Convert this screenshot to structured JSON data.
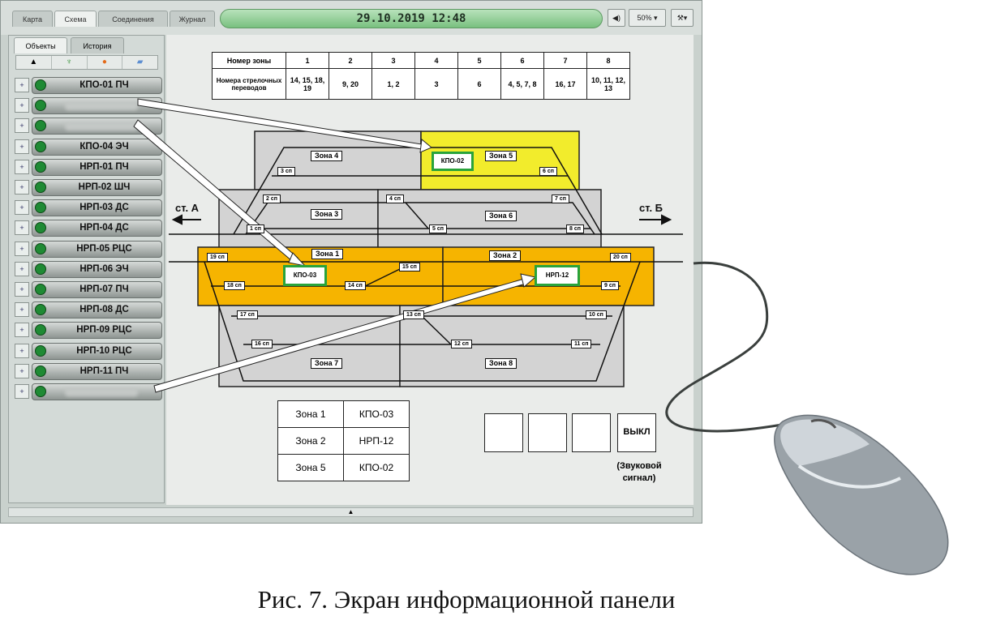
{
  "tabs": [
    "Карта",
    "Схема",
    "Соединения",
    "Журнал"
  ],
  "datetime": "29.10.2019  12:48",
  "toolbar": {
    "sound_icon": "speaker-icon",
    "zoom": "50% ▾",
    "settings_icon": "tools-icon"
  },
  "left_tabs": [
    "Объекты",
    "История"
  ],
  "filter_icons": [
    "▲",
    "♆",
    "●",
    "▰"
  ],
  "objects": [
    "КПО-01 ПЧ",
    "",
    "",
    "КПО-04 ЭЧ",
    "НРП-01 ПЧ",
    "НРП-02 ШЧ",
    "НРП-03 ДС",
    "НРП-04 ДС",
    "НРП-05 РЦС",
    "НРП-06 ЭЧ",
    "НРП-07 ПЧ",
    "НРП-08 ДС",
    "НРП-09 РЦС",
    "НРП-10 РЦС",
    "НРП-11 ПЧ",
    ""
  ],
  "zone_table": {
    "header_label": "Номер зоны",
    "row_label": "Номера стрелочных переводов",
    "zones": [
      "1",
      "2",
      "3",
      "4",
      "5",
      "6",
      "7",
      "8"
    ],
    "switches": [
      "14, 15, 18, 19",
      "9, 20",
      "1, 2",
      "3",
      "6",
      "4, 5, 7, 8",
      "16, 17",
      "10, 11, 12, 13"
    ]
  },
  "zone_labels": {
    "z1": "Зона 1",
    "z2": "Зона 2",
    "z3": "Зона 3",
    "z4": "Зона 4",
    "z5": "Зона 5",
    "z6": "Зона 6",
    "z7": "Зона 7",
    "z8": "Зона 8"
  },
  "switch_labels": [
    "1 сп",
    "2 сп",
    "3 сп",
    "4 сп",
    "5 сп",
    "6 сп",
    "7 сп",
    "8 сп",
    "9 сп",
    "10 сп",
    "11 сп",
    "12 сп",
    "13 сп",
    "14 сп",
    "15 сп",
    "16 сп",
    "17 сп",
    "18 сп",
    "19 сп",
    "20 сп"
  ],
  "devices": {
    "kpo02": "КПО-02",
    "kpo03": "КПО-03",
    "nrp12": "НРП-12"
  },
  "stations": {
    "a": "ст. А",
    "b": "ст. Б"
  },
  "legend": [
    [
      "Зона 1",
      "КПО-03"
    ],
    [
      "Зона 2",
      "НРП-12"
    ],
    [
      "Зона 5",
      "КПО-02"
    ]
  ],
  "sound_button": "ВЫКЛ",
  "sound_caption_1": "(Звуковой",
  "sound_caption_2": "сигнал)",
  "caption": "Рис. 7.  Экран информационной панели",
  "colors": {
    "alarm_zone": "#f6b400",
    "warn_zone": "#f2ec2c",
    "idle_zone": "#d3d3d3",
    "device_ok": "#29a33b"
  }
}
